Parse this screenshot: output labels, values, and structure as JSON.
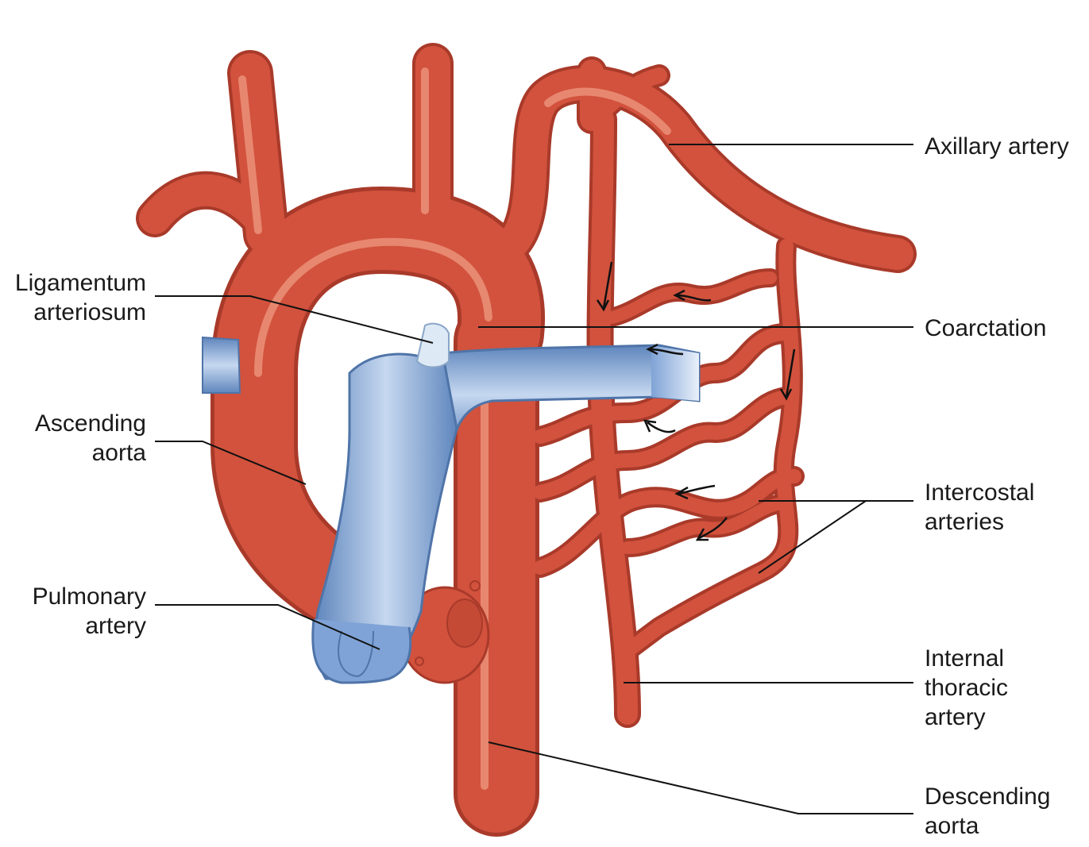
{
  "figure": {
    "labels": {
      "axillary_artery": [
        "Axillary artery"
      ],
      "ligamentum_arteriosum": [
        "Ligamentum",
        "arteriosum"
      ],
      "coarctation": [
        "Coarctation"
      ],
      "ascending_aorta": [
        "Ascending",
        "aorta"
      ],
      "intercostal_arteries": [
        "Intercostal",
        "arteries"
      ],
      "pulmonary_artery": [
        "Pulmonary",
        "artery"
      ],
      "internal_thoracic_artery": [
        "Internal",
        "thoracic",
        "artery"
      ],
      "descending_aorta": [
        "Descending",
        "aorta"
      ]
    },
    "colors": {
      "artery": "#d2523d",
      "artery_dark": "#a93a2a",
      "artery_light": "#ec8a72",
      "pulmonary": "#7fa3d6",
      "pulmonary_dark": "#4f74a8",
      "pulmonary_light": "#c6d8f0",
      "ligament": "#dde9f5",
      "leader": "#111111"
    }
  }
}
